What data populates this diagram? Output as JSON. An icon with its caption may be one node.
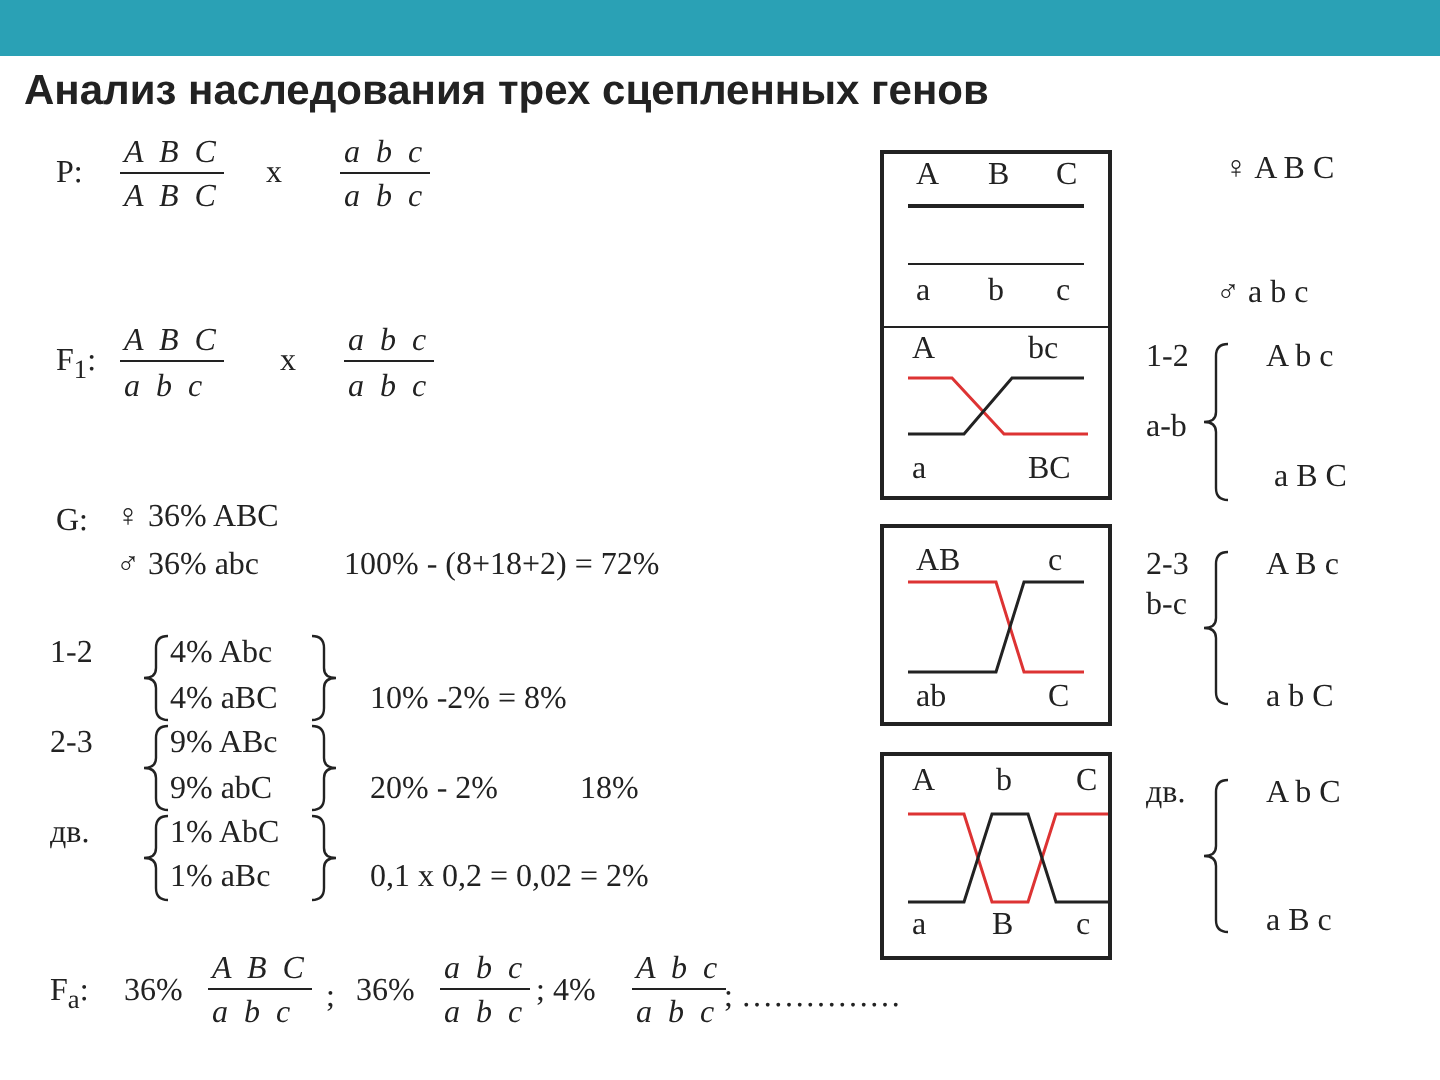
{
  "diagram": {
    "title": "Анализ наследования трех сцепленных генов",
    "nodes": [
      {
        "text": [
          "A",
          "B",
          "C",
          "a",
          "b",
          "c"
        ]
      },
      {
        "text": [
          "A",
          "bc",
          "a",
          "BC"
        ]
      },
      {
        "text": [
          "AB",
          "c",
          "ab",
          "C"
        ]
      },
      {
        "text": [
          "A",
          "b",
          "C",
          "a",
          "B",
          "c"
        ]
      }
    ],
    "labels": [
      "P:",
      "A B C",
      "A B C",
      "x",
      "a b c",
      "a b c",
      "F$_{1}$:",
      "A B C",
      "a b c",
      "x",
      "a b c",
      "a b c",
      "G:",
      "♀ 36% ABC",
      "♂ 36% abc",
      "100% - (8+18+2) = 72%",
      "1-2",
      "4% Abc",
      "4% aBC",
      "10% -2% = 8%",
      "2-3",
      "9% ABc",
      "9% abC",
      "20% - 2%",
      "18%",
      "дв.",
      "1% AbC",
      "1% aBc",
      "0,1 x 0,2 = 0,02 = 2%",
      "F$_{a}$:",
      "36%",
      "A B C",
      "a b c",
      ";",
      "36%",
      "a b c",
      "a b c",
      "; 4%",
      "A b c",
      "a b c",
      "; ……………",
      "♀ A B C",
      "♂ a b c",
      "1-2",
      "a-b",
      "A b c",
      "a B C",
      "2-3",
      "b-c",
      "A B c",
      "a b C",
      "дв.",
      "A b C",
      "a B c"
    ]
  }
}
